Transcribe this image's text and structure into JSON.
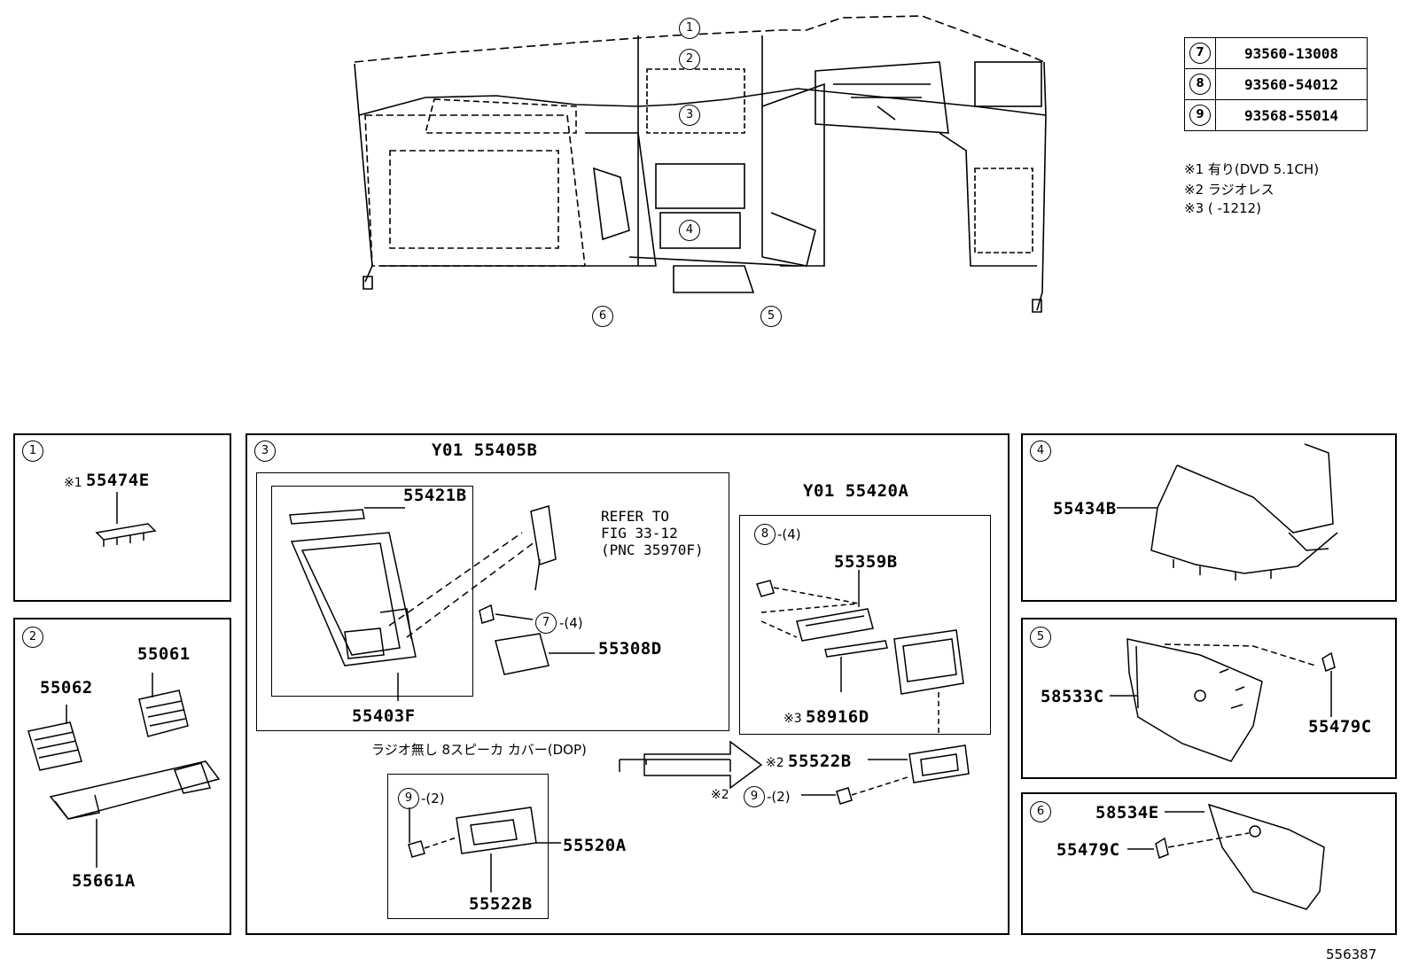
{
  "callouts": {
    "top": [
      "1",
      "2",
      "3",
      "4",
      "5",
      "6"
    ]
  },
  "pn_table": [
    {
      "ref": "7",
      "part": "93560-13008"
    },
    {
      "ref": "8",
      "part": "93560-54012"
    },
    {
      "ref": "9",
      "part": "93568-55014"
    }
  ],
  "notes": [
    "※1 有り(DVD 5.1CH)",
    "※2 ラジオレス",
    "※3 (      -1212)"
  ],
  "panel1": {
    "ref": "1",
    "part": "55474E",
    "mark": "※1"
  },
  "panel2": {
    "ref": "2",
    "parts": [
      "55061",
      "55062",
      "55661A"
    ]
  },
  "panel3": {
    "ref": "3",
    "assy_left": "Y01 55405B",
    "assy_right": "Y01 55420A",
    "parts": [
      "55421B",
      "55403F",
      "55308D",
      "55359B",
      "58916D",
      "55522B",
      "55520A",
      "55522B"
    ],
    "refer_to": [
      "REFER TO",
      "FIG 33-12",
      "(PNC 35970F)"
    ],
    "fasteners": {
      "seven": "7",
      "seven_qty": "-(4)",
      "eight": "8",
      "eight_qty": "-(4)",
      "nine": "9",
      "nine_qty": "-(2)"
    },
    "mark2": "※2",
    "mark3": "※3",
    "dop_label": "ラジオ無し 8スピーカ カバー(DOP)"
  },
  "panel4": {
    "ref": "4",
    "part": "55434B"
  },
  "panel5": {
    "ref": "5",
    "parts": [
      "58533C",
      "55479C"
    ]
  },
  "panel6": {
    "ref": "6",
    "parts": [
      "58534E",
      "55479C"
    ]
  },
  "diagram_id": "556387"
}
